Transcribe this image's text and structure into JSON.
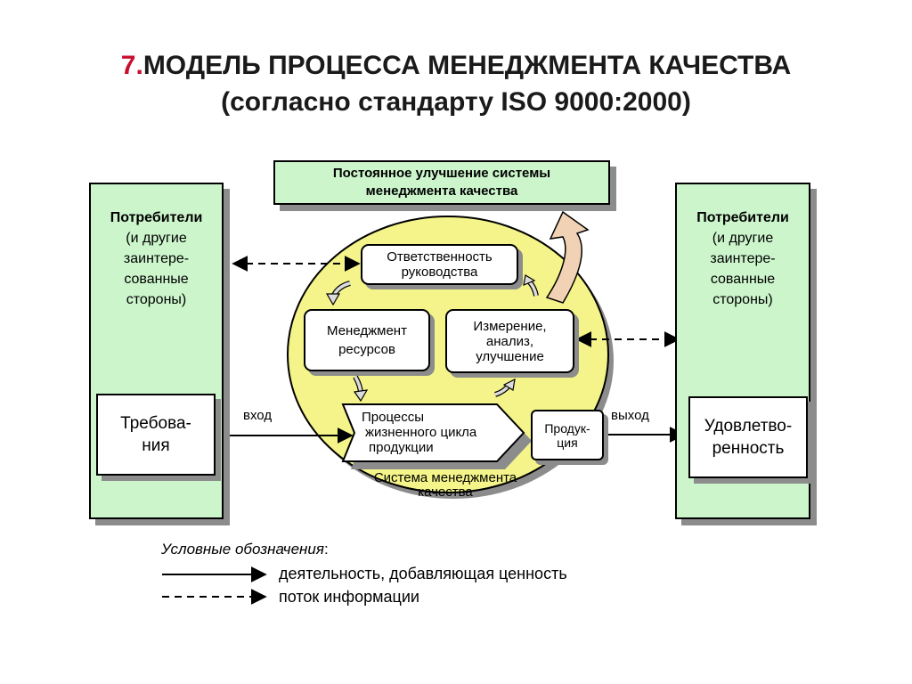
{
  "title": {
    "number": "7.",
    "line1": "МОДЕЛЬ ПРОЦЕССА МЕНЕДЖМЕНТА КАЧЕСТВА",
    "line2": "(согласно стандарту ISO 9000:2000)"
  },
  "improvement": {
    "line1": "Постоянное  улучшение системы",
    "line2": "менеджмента качества"
  },
  "left_panel": {
    "heading": "Потребители",
    "lines": [
      "(и другие",
      "заинтере-",
      "сованные",
      "стороны)"
    ],
    "box_lines": [
      "Требова-",
      "ния"
    ]
  },
  "right_panel": {
    "heading": "Потребители",
    "lines": [
      "(и другие",
      "заинтере-",
      "сованные",
      "стороны)"
    ],
    "box_lines": [
      "Удовлетво-",
      "ренность"
    ]
  },
  "system": {
    "responsibility": [
      "Ответственность",
      "руководства"
    ],
    "resources": [
      "Менеджмент",
      "ресурсов"
    ],
    "measurement": [
      "Измерение,",
      "анализ,",
      "улучшение"
    ],
    "processes": [
      "Процессы",
      "жизненного цикла",
      "продукции"
    ],
    "product": [
      "Продук-",
      "ция"
    ],
    "caption": [
      "Система менеджмента",
      "качества"
    ]
  },
  "labels": {
    "input": "вход",
    "output": "выход"
  },
  "legend": {
    "title": "Условные обозначения",
    "colon": ":",
    "solid": "деятельность, добавляющая ценность",
    "dashed": "поток информации"
  },
  "colors": {
    "panel_green": "#ccf5cc",
    "ellipse_yellow": "#f4f48a",
    "title_number_red": "#c8102e",
    "shadow_gray": "#8c8c8c"
  }
}
